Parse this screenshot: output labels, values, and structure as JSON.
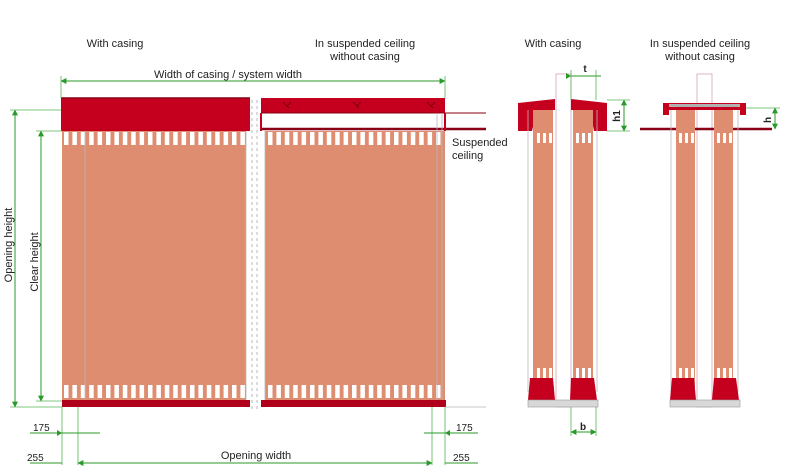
{
  "labels": {
    "front_with_casing": "With casing",
    "front_ceiling_line1": "In suspended ceiling",
    "front_ceiling_line2": "without casing",
    "width_casing": "Width of casing / system width",
    "suspended_line1": "Suspended",
    "suspended_line2": "ceiling",
    "opening_height": "Opening height",
    "clear_height": "Clear height",
    "opening_width": "Opening width",
    "side_with_casing": "With casing",
    "side_ceiling_line1": "In suspended ceiling",
    "side_ceiling_line2": "without casing"
  },
  "dimensions": {
    "left_175": "175",
    "right_175": "175",
    "left_255": "255",
    "right_255": "255",
    "t": "t",
    "h1": "h1",
    "h": "h",
    "b": "b"
  },
  "colors": {
    "panel": "#df8d70",
    "casing": "#c5001e",
    "dimension": "#2a9a2a"
  }
}
